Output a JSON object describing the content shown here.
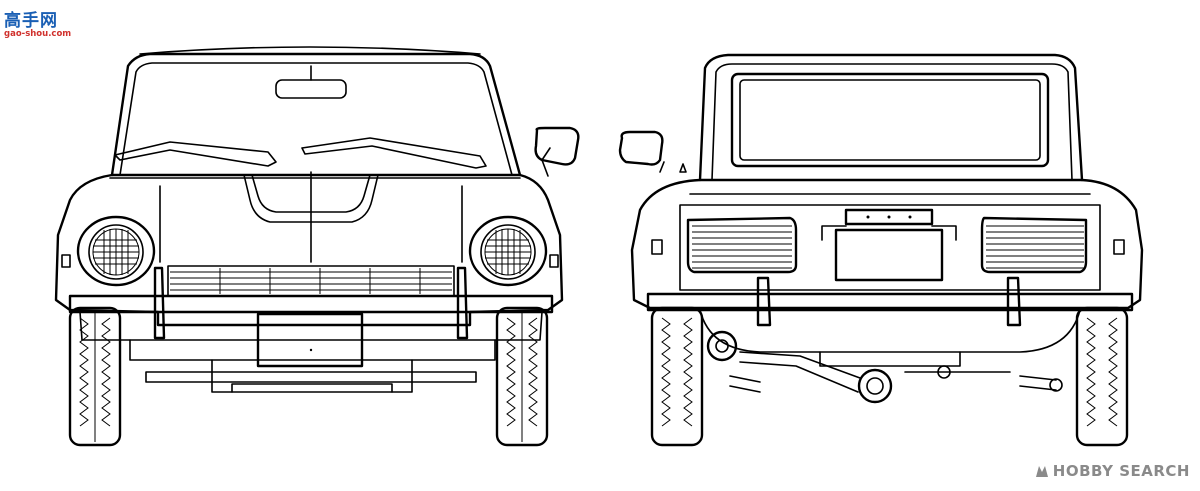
{
  "watermark_top": {
    "chinese": "高手网",
    "url": "gao-shou.com"
  },
  "watermark_bottom": {
    "brand": "HOBBY SEARCH",
    "icon": "hobby-search-logo-icon"
  },
  "colors": {
    "line": "#000000",
    "watermark_blue": "#1a5fb4",
    "watermark_red": "#d0312d",
    "watermark_gray": "#8a8a8a"
  }
}
